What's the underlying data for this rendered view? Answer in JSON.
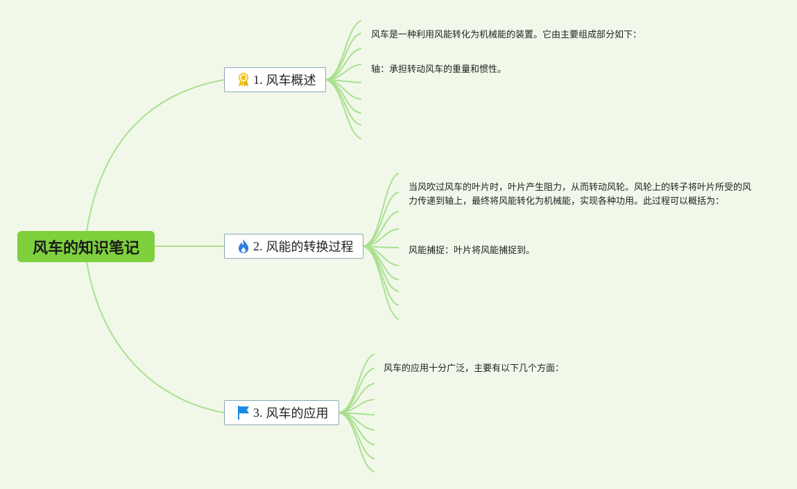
{
  "root": {
    "title": "风车的知识笔记"
  },
  "branches": [
    {
      "number": "1.",
      "title": "风车概述",
      "icon": "ribbon-award-icon",
      "notes": [
        "风车是一种利用风能转化为机械能的装置。它由主要组成部分如下：",
        "轴：承担转动风车的重量和惯性。"
      ]
    },
    {
      "number": "2.",
      "title": "风能的转换过程",
      "icon": "fire-icon",
      "notes": [
        "当风吹过风车的叶片时，叶片产生阻力，从而转动风轮。风轮上的转子将叶片所受的风力传递到轴上，最终将风能转化为机械能，实现各种功用。此过程可以概括为：",
        "风能捕捉：叶片将风能捕捉到。"
      ]
    },
    {
      "number": "3.",
      "title": "风车的应用",
      "icon": "flag-icon",
      "notes": [
        "风车的应用十分广泛，主要有以下几个方面："
      ]
    }
  ],
  "colors": {
    "background": "#f1f8ea",
    "root_fill": "#7ed03d",
    "connector": "#a9e08f",
    "topic_border": "#8aa8b3",
    "award_icon": "#f0c419",
    "fire_icon": "#2f7de1",
    "flag_icon": "#1d8ce0"
  }
}
